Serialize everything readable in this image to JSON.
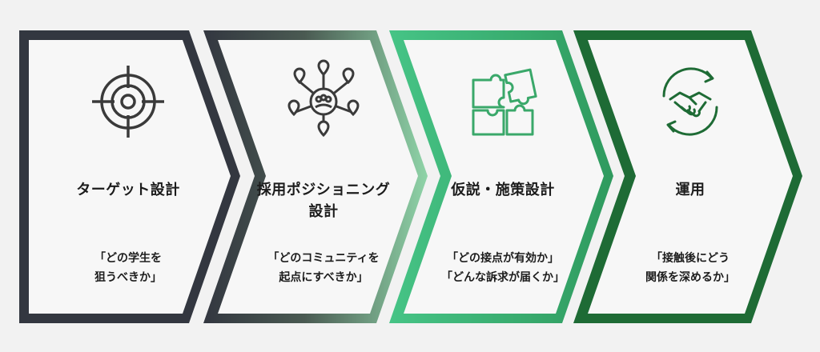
{
  "colors": {
    "background": "#f2f2f2",
    "panel": "#f7f7f7",
    "dark": "#333740",
    "green_light": "#3fbf7f",
    "green_dark": "#1e6b35"
  },
  "steps": [
    {
      "icon": "target-icon",
      "title_lines": [
        "ターゲット設計"
      ],
      "desc_lines": [
        "「どの学生を",
        "狙うべきか」"
      ]
    },
    {
      "icon": "network-pins-icon",
      "title_lines": [
        "採用ポジショニング",
        "設計"
      ],
      "desc_lines": [
        "「どのコミュニティを",
        "起点にすべきか」"
      ]
    },
    {
      "icon": "puzzle-icon",
      "title_lines": [
        "仮説・施策設計"
      ],
      "desc_lines": [
        "「どの接点が有効か」",
        "「どんな訴求が届くか」"
      ]
    },
    {
      "icon": "handshake-icon",
      "title_lines": [
        "運用"
      ],
      "desc_lines": [
        "「接触後にどう",
        "関係を深めるか」"
      ]
    }
  ]
}
